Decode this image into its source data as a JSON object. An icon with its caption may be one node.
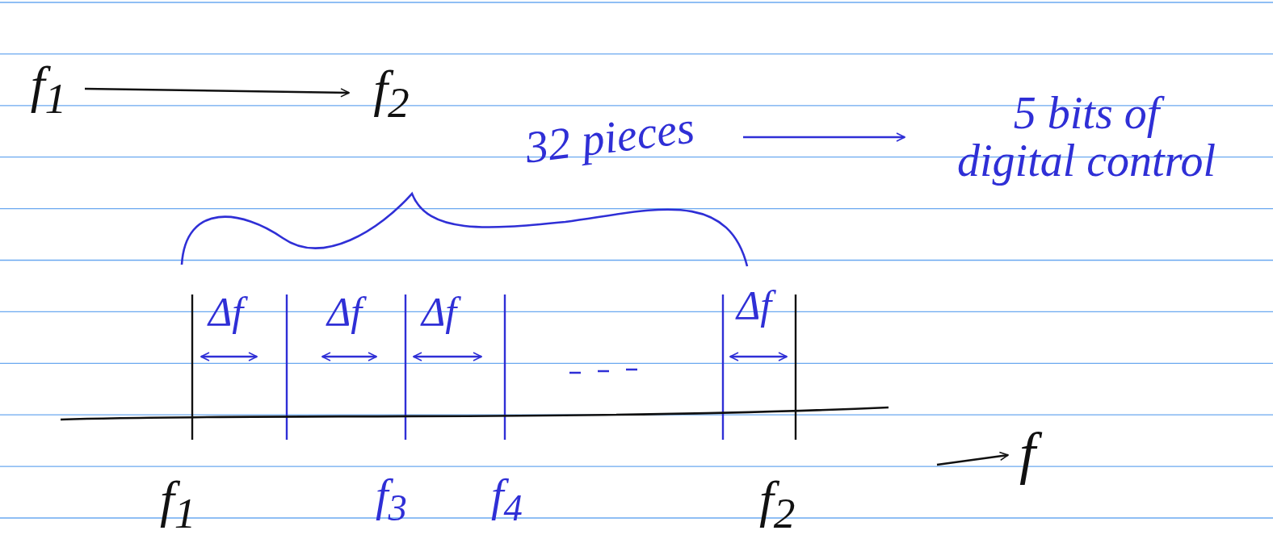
{
  "diagram": {
    "nodes": [
      {
        "text": [
          "f$_{1}$"
        ]
      },
      {
        "text": [
          "f$_{2}$"
        ]
      },
      {
        "text": [
          "32 pieces"
        ]
      },
      {
        "text": [
          "5 bits of digital control"
        ]
      }
    ],
    "edges": [
      {
        "from": 0,
        "to": 1,
        "arrow": "to"
      },
      {
        "from": 2,
        "to": 3,
        "arrow": "to",
        "color": "#2f2fd6"
      }
    ],
    "labels": [
      "Δf",
      "Δf",
      "Δf",
      "Δf",
      "f$_{1}$",
      "f$_{3}$",
      "f$_{4}$",
      "f$_{2}$",
      "f"
    ]
  }
}
